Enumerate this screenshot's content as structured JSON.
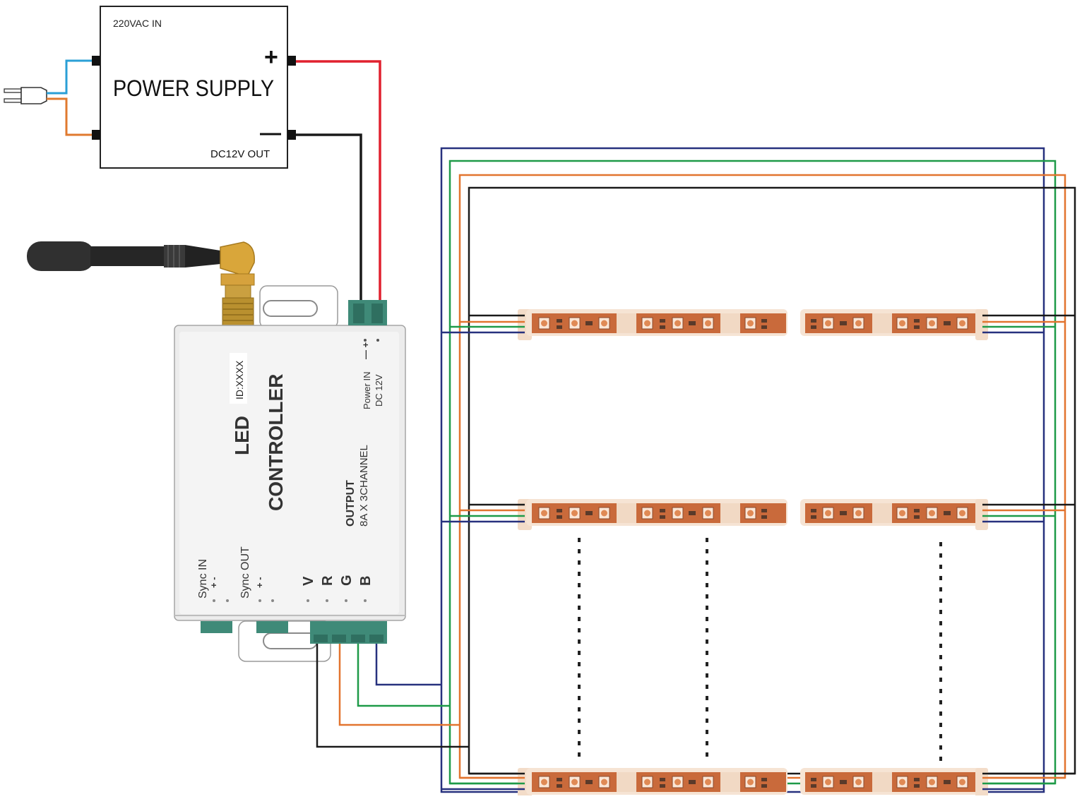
{
  "power_supply": {
    "input_label": "220VAC IN",
    "title": "POWER SUPPLY",
    "plus_symbol": "+",
    "minus_symbol": "—",
    "output_label": "DC12V OUT"
  },
  "controller": {
    "title_line1": "LED",
    "title_line2": "CONTROLLER",
    "id_label": "ID:XXXX",
    "power_in_label": "Power IN",
    "power_in_signs": "— +",
    "dc_label": "DC 12V",
    "output_label": "OUTPUT",
    "output_spec": "8A X 3CHANNEL",
    "sync_in_label": "Sync IN",
    "sync_out_label": "Sync OUT",
    "sync_signs": "+ -",
    "channels": [
      "V",
      "R",
      "G",
      "B"
    ]
  },
  "colors": {
    "live_wire": "#2a9fd6",
    "neutral_wire": "#e07a2f",
    "dc_positive": "#e0202e",
    "dc_negative": "#1a1a1a",
    "v_wire": "#1a1a1a",
    "r_wire": "#e2742f",
    "g_wire": "#1e9a48",
    "b_wire": "#27317e",
    "strip_body": "#c96a3b",
    "terminal": "#3f8a78"
  }
}
